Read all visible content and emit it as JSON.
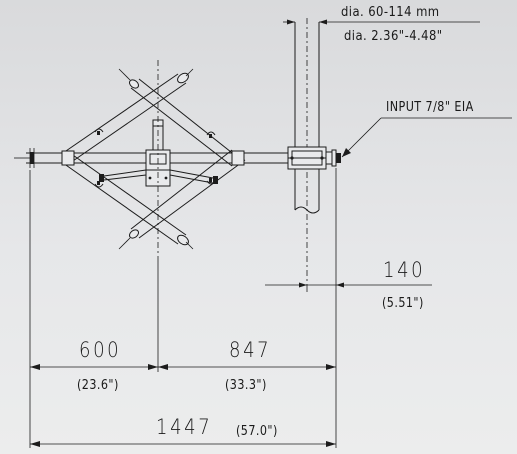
{
  "pipe_diameter": {
    "metric": "dia. 60-114 mm",
    "imperial": "dia. 2.36\"-4.48\""
  },
  "input_label": "INPUT 7/8\" EIA",
  "dimensions": {
    "offset": {
      "value": "140",
      "imperial": "(5.51\")"
    },
    "left_span": {
      "value": "600",
      "imperial": "(23.6\")"
    },
    "right_span": {
      "value": "847",
      "imperial": "(33.3\")"
    },
    "overall": {
      "value": "1447",
      "imperial": "(57.0\")"
    }
  }
}
